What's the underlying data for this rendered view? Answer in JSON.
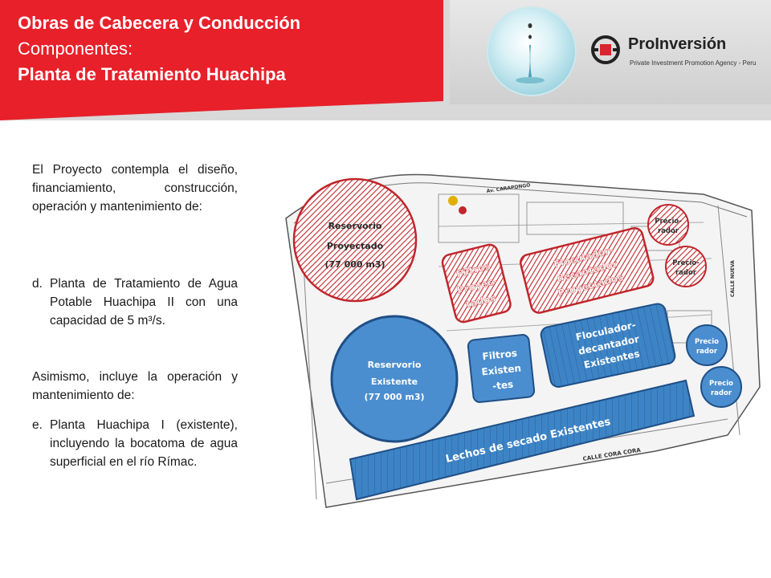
{
  "header": {
    "title_line1": "Obras de Cabecera y Conducción",
    "title_line2": "Componentes:",
    "title_line3": "Planta de Tratamiento Huachipa",
    "colors": {
      "red": "#e8202a",
      "header_gray": "#d9d9d9"
    }
  },
  "logo": {
    "brand": "ProInversión",
    "tagline": "Private Investment Promotion Agency - Peru"
  },
  "body": {
    "para1": "El Proyecto contempla el diseño, financiamiento, construcción, operación y mantenimiento de:",
    "item_d_marker": "d.",
    "item_d_text": "Planta de Tratamiento de Agua Potable Huachipa II con una capacidad de 5 m³/s.",
    "para2": "Asimismo, incluye la operación y mantenimiento de:",
    "item_e_marker": "e.",
    "item_e_text": "Planta Huachipa I (existente), incluyendo la bocatoma de agua superficial en el río Rímac."
  },
  "plan": {
    "reservorio_proyectado": [
      "Reservorio",
      "Proyectado",
      "(77 000 m3)"
    ],
    "reservorio_existente": [
      "Reservorio",
      "Existente",
      "(77 000 m3)"
    ],
    "filtros_proyectados": [
      "Filtros",
      "Proyec-",
      "tados"
    ],
    "floculador_proyectados": [
      "Floculador-",
      "decantador",
      "Proyectados"
    ],
    "filtros_existentes": [
      "Filtros",
      "Existen",
      "-tes"
    ],
    "floculador_existentes": [
      "Floculador-",
      "decantador",
      "Existentes"
    ],
    "prec_proj": [
      "Precio-",
      "rador"
    ],
    "prec_exist": [
      "Precio",
      "rador"
    ],
    "lechos": "Lechos de secado Existentes",
    "streets": {
      "calle_cora": "CALLE CORA CORA",
      "av_carapongo": "Av. CARAPONGO",
      "calle_nueva": "CALLE NUEVA"
    },
    "colors": {
      "projected": "#c0262c",
      "existing": "#3a7fc1",
      "existing_dark": "#1f4f86"
    }
  }
}
